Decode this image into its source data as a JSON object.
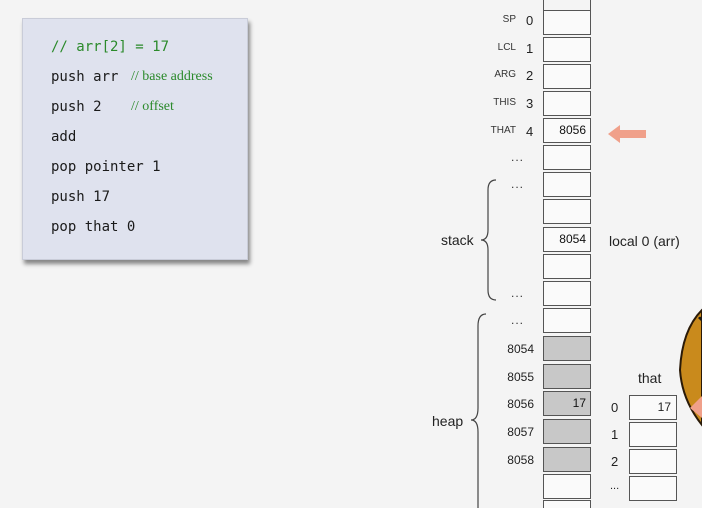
{
  "code": {
    "comment_line": "// arr[2] = 17",
    "lines": [
      {
        "cmd": "push arr",
        "comment": "// base address"
      },
      {
        "cmd": "push 2",
        "comment": "// offset"
      },
      {
        "cmd": "add",
        "comment": ""
      },
      {
        "cmd": "pop pointer 1",
        "comment": ""
      },
      {
        "cmd": "push 17",
        "comment": ""
      },
      {
        "cmd": "pop that 0",
        "comment": ""
      }
    ]
  },
  "ram": {
    "registers": [
      {
        "name": "SP",
        "index": "0",
        "value": ""
      },
      {
        "name": "LCL",
        "index": "1",
        "value": ""
      },
      {
        "name": "ARG",
        "index": "2",
        "value": ""
      },
      {
        "name": "THIS",
        "index": "3",
        "value": ""
      },
      {
        "name": "THAT",
        "index": "4",
        "value": "8056"
      }
    ],
    "ellipsis": "...",
    "stack_label": "stack",
    "stack_value": "8054",
    "local_label": "local 0  (arr)",
    "heap_label": "heap",
    "heap_rows": [
      {
        "addr": "8054",
        "value": ""
      },
      {
        "addr": "8055",
        "value": ""
      },
      {
        "addr": "8056",
        "value": "17"
      },
      {
        "addr": "8057",
        "value": ""
      },
      {
        "addr": "8058",
        "value": ""
      }
    ]
  },
  "that_segment": {
    "title": "that",
    "rows": [
      {
        "index": "0",
        "value": "17"
      },
      {
        "index": "1",
        "value": ""
      },
      {
        "index": "2",
        "value": ""
      },
      {
        "index": "...",
        "value": ""
      }
    ]
  },
  "colors": {
    "arrow": "#f0a08a",
    "comment": "#2b8a2b",
    "heap_fill": "#c8c8c8"
  }
}
